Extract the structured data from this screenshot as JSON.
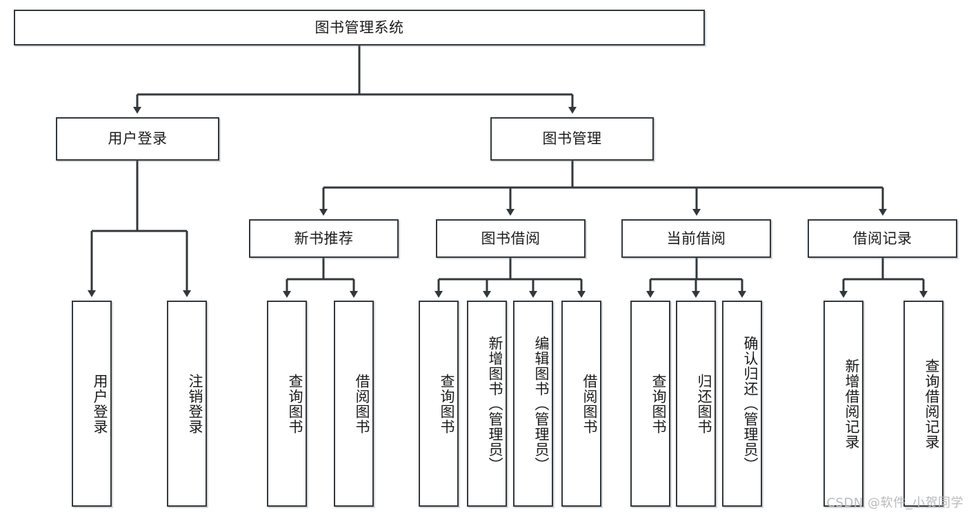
{
  "diagram": {
    "title": "图书管理系统",
    "type": "tree-hierarchy",
    "watermark": "CSDN @软件_小贺同学",
    "colors": {
      "stroke": "#32373b",
      "fill": "#ffffff",
      "text": "#1b1b1b",
      "watermark": "#b9babb"
    },
    "nodes": {
      "root": {
        "label": "图书管理系统"
      },
      "level1": [
        {
          "id": "user-login",
          "label": "用户登录"
        },
        {
          "id": "book-mgmt",
          "label": "图书管理"
        }
      ],
      "level2": [
        {
          "id": "new-book-rec",
          "label": "新书推荐"
        },
        {
          "id": "book-borrow",
          "label": "图书借阅"
        },
        {
          "id": "current-borrow",
          "label": "当前借阅"
        },
        {
          "id": "borrow-record",
          "label": "借阅记录"
        }
      ],
      "leaves": {
        "user-login": [
          {
            "id": "leaf-user-login",
            "label": "用户登录"
          },
          {
            "id": "leaf-user-logout",
            "label": "注销登录"
          }
        ],
        "new-book-rec": [
          {
            "id": "leaf-query-book-1",
            "label": "查询图书"
          },
          {
            "id": "leaf-borrow-book-1",
            "label": "借阅图书"
          }
        ],
        "book-borrow": [
          {
            "id": "leaf-query-book-2",
            "label": "查询图书"
          },
          {
            "id": "leaf-add-book",
            "label": "新增图书（管理员）"
          },
          {
            "id": "leaf-edit-book",
            "label": "编辑图书（管理员）"
          },
          {
            "id": "leaf-borrow-book-2",
            "label": "借阅图书"
          }
        ],
        "current-borrow": [
          {
            "id": "leaf-query-book-3",
            "label": "查询图书"
          },
          {
            "id": "leaf-return-book",
            "label": "归还图书"
          },
          {
            "id": "leaf-confirm-return",
            "label": "确认归还（管理员）"
          }
        ],
        "borrow-record": [
          {
            "id": "leaf-add-record",
            "label": "新增借阅记录"
          },
          {
            "id": "leaf-query-record",
            "label": "查询借阅记录"
          }
        ]
      }
    }
  }
}
